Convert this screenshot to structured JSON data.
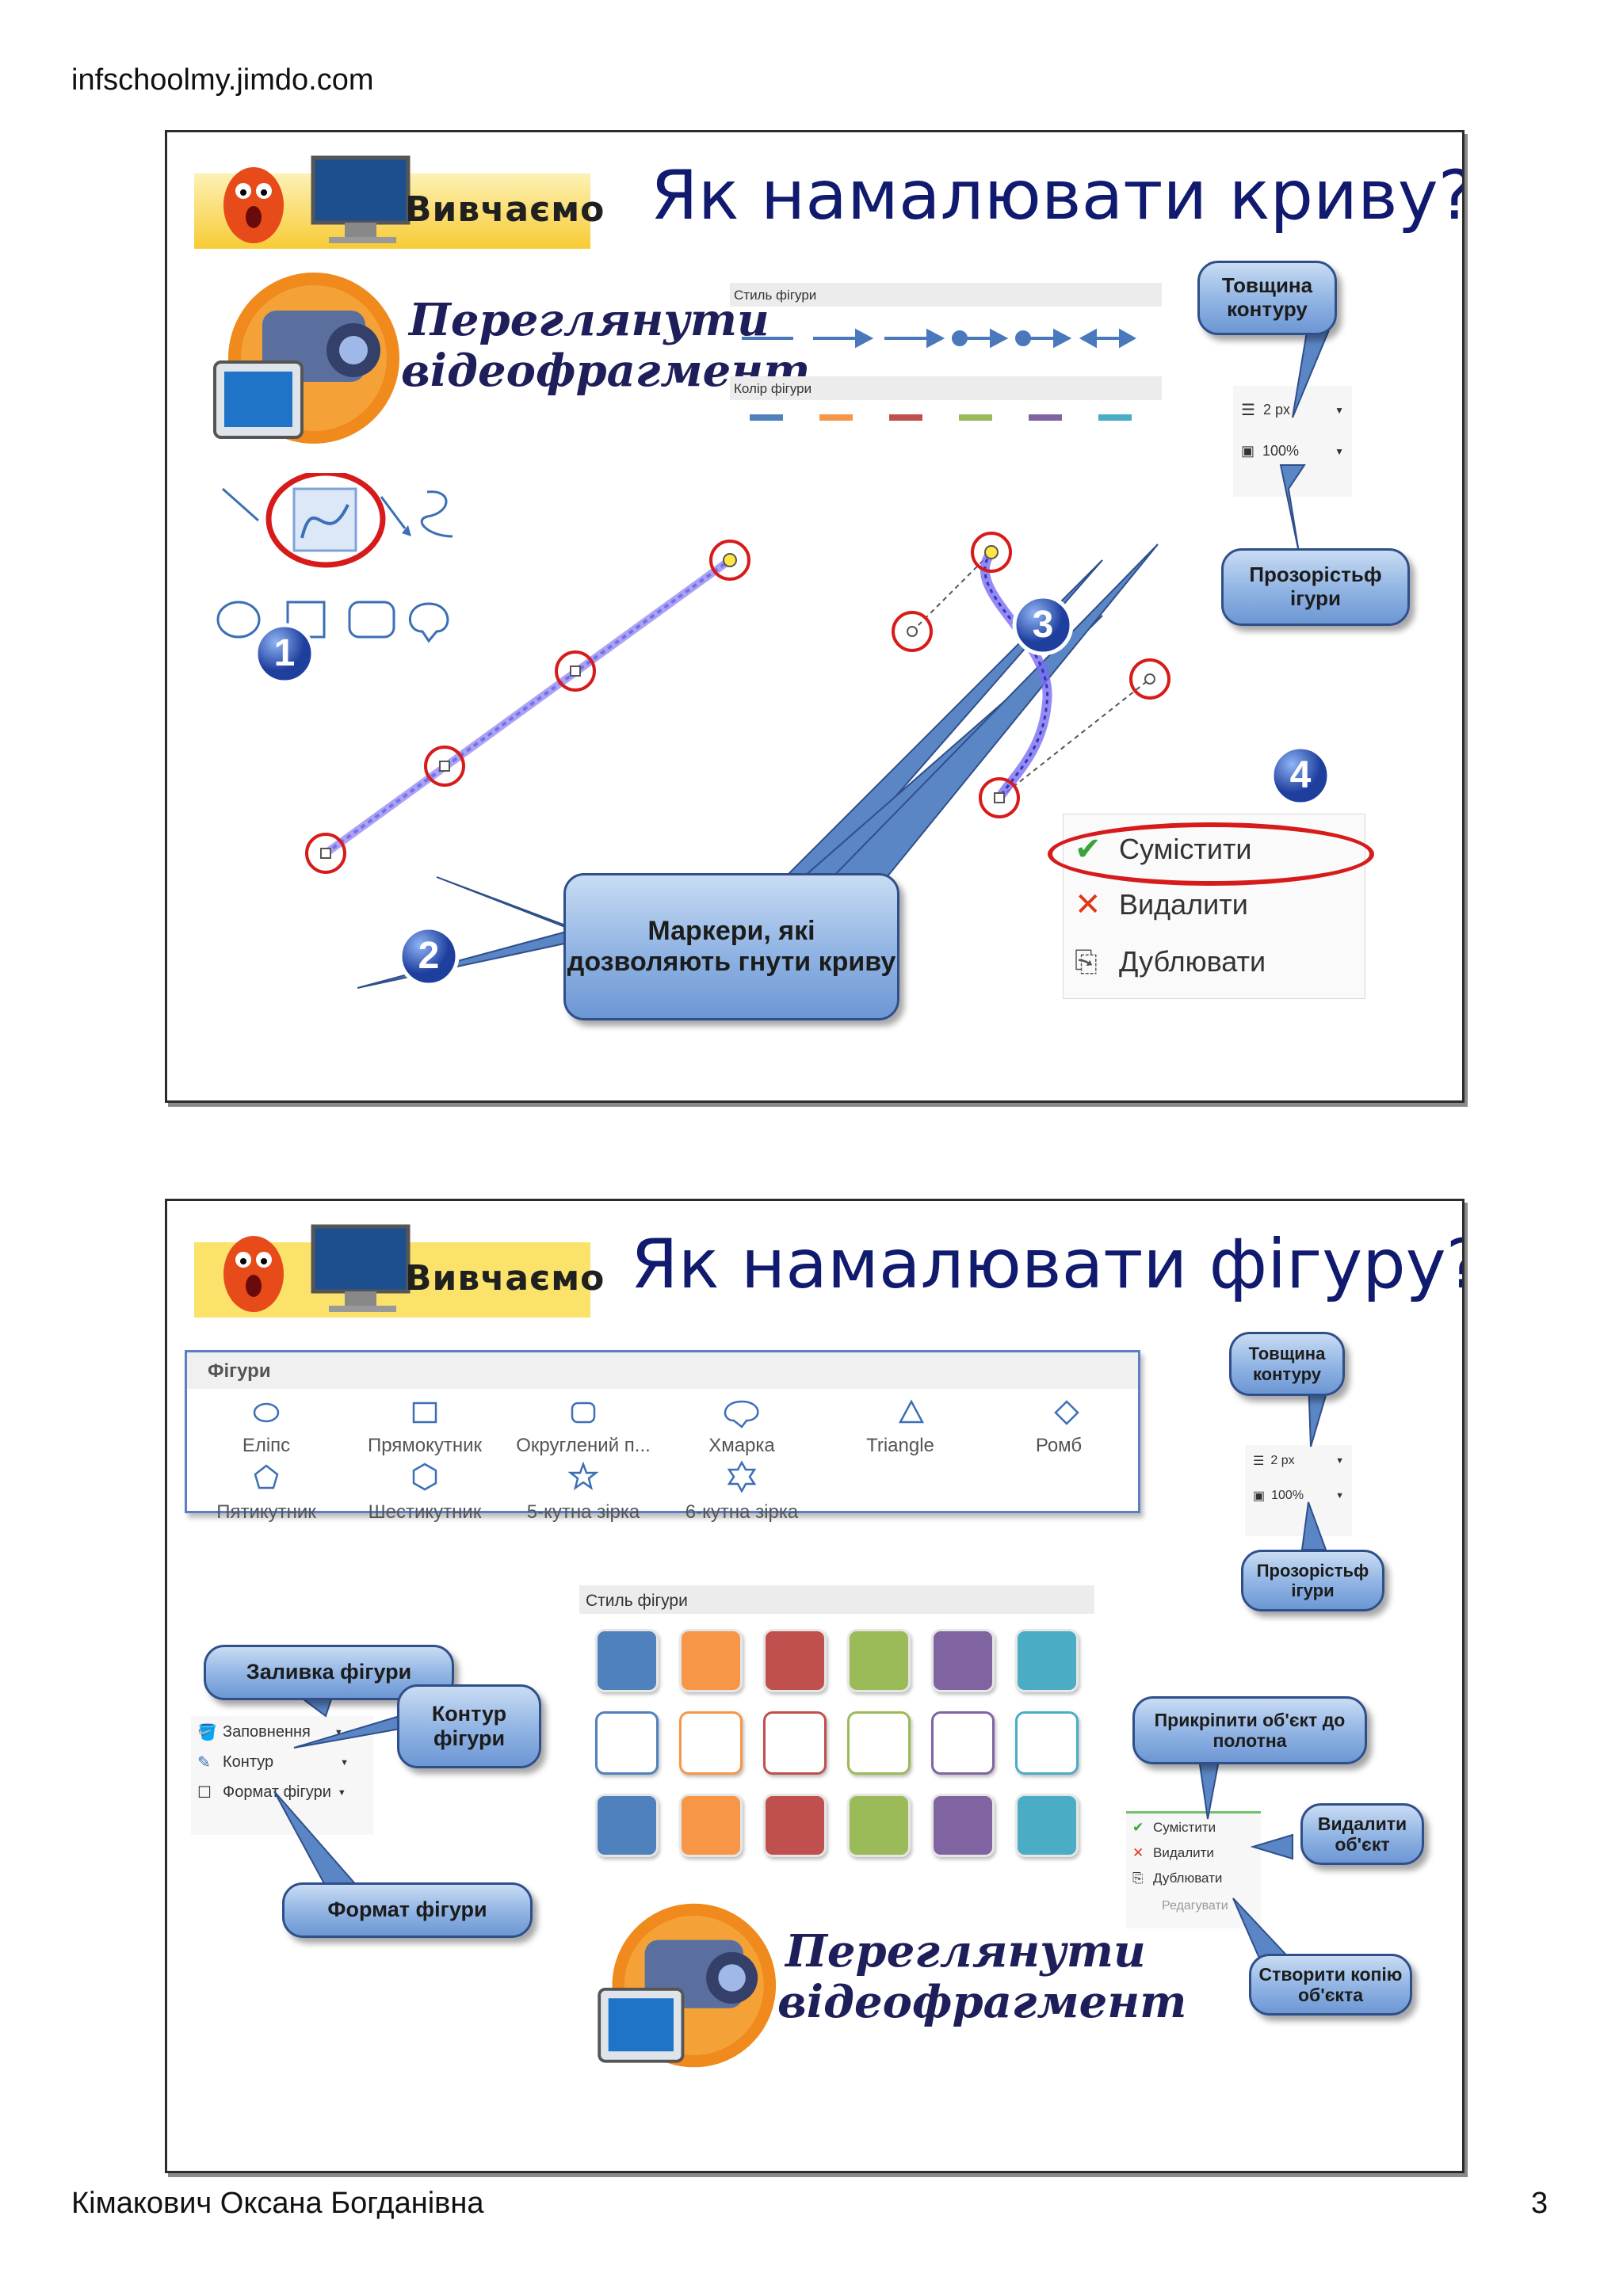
{
  "page": {
    "site": "infschoolmy.jimdo.com",
    "author": "Кімакович Оксана Богданівна",
    "page_number": "3"
  },
  "slide1": {
    "banner_label": "Вивчаємо",
    "title": "Як намалювати криву?",
    "video_line1": "Переглянути",
    "video_line2": "відеофрагмент",
    "style_label": "Стиль фігури",
    "color_label": "Колір фігури",
    "thickness_value": "2 px",
    "transparency_value": "100%",
    "callout_thickness": "Товщина контуру",
    "callout_transparency": "Прозорістьф ігури",
    "callout_markers": "Маркери, які дозволяють гнути криву",
    "steps": [
      "1",
      "2",
      "3",
      "4"
    ],
    "menu": {
      "combine": "Сумістити",
      "delete": "Видалити",
      "duplicate": "Дублювати"
    },
    "colors": [
      "#4f81bd",
      "#f79646",
      "#c0504d",
      "#9bbb59",
      "#8064a2",
      "#4bacc6"
    ]
  },
  "slide2": {
    "banner_label": "Вивчаємо",
    "title": "Як намалювати фігуру?",
    "shapes_header": "Фігури",
    "shapes": [
      "Еліпс",
      "Прямокутник",
      "Округлений п...",
      "Хмарка",
      "Triangle",
      "Ромб",
      "Пятикутник",
      "Шестикутник",
      "5-кутна зірка",
      "6-кутна зірка"
    ],
    "style_label": "Стиль фігури",
    "thickness_value": "2 px",
    "transparency_value": "100%",
    "callout_thickness": "Товщина контуру",
    "callout_transparency": "Прозорістьф ігури",
    "callout_fill": "Заливка фігури",
    "callout_outline": "Контур фігури",
    "callout_format": "Формат фігури",
    "callout_attach": "Прикріпити об'єкт до полотна",
    "callout_delete": "Видалити об'єкт",
    "callout_copy": "Створити копію об'єкта",
    "format_menu": {
      "fill": "Заповнення",
      "outline": "Контур",
      "format": "Формат фігури"
    },
    "edit_menu": {
      "combine": "Сумістити",
      "delete": "Видалити",
      "duplicate": "Дублювати",
      "group": "Редагувати"
    },
    "video_line1": "Переглянути",
    "video_line2": "відеофрагмент",
    "colors": [
      "#4f81bd",
      "#f79646",
      "#c0504d",
      "#9bbb59",
      "#8064a2",
      "#4bacc6"
    ]
  }
}
